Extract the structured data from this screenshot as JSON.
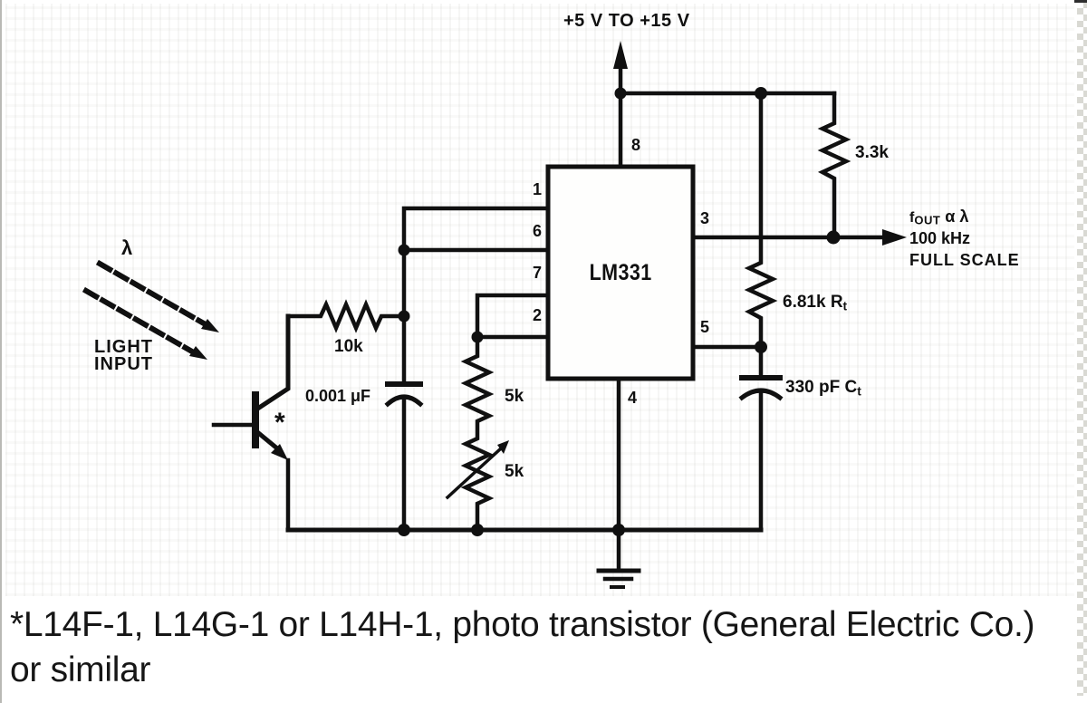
{
  "colors": {
    "ink": "#101010",
    "paper": "#ffffff",
    "edge_gray": "#d9d9d3"
  },
  "schematic": {
    "supply_label": "+5 V TO +15 V",
    "ic_label": "LM331",
    "pins": {
      "p1": "1",
      "p2": "2",
      "p3": "3",
      "p4": "4",
      "p5": "5",
      "p6": "6",
      "p7": "7",
      "p8": "8"
    },
    "labels": {
      "r_pullup": "3.3k",
      "r_timing_main": "6.81k R",
      "r_timing_sub": "t",
      "c_timing_main": "330 pF C",
      "c_timing_sub": "t",
      "r_collector": "10k",
      "c_filter": "0.001 μF",
      "r_fixed": "5k",
      "r_pot": "5k"
    },
    "output": {
      "f": "f",
      "f_sub": "OUT",
      "f_rest": " α λ",
      "line2": "100 kHz",
      "line3": "FULL SCALE"
    },
    "light": {
      "lambda": "λ",
      "line1": "LIGHT",
      "line2": "INPUT"
    },
    "star": "*"
  },
  "caption": {
    "line1": "*L14F-1, L14G-1 or L14H-1, photo transistor (General Electric Co.)",
    "line2": "or similar"
  }
}
